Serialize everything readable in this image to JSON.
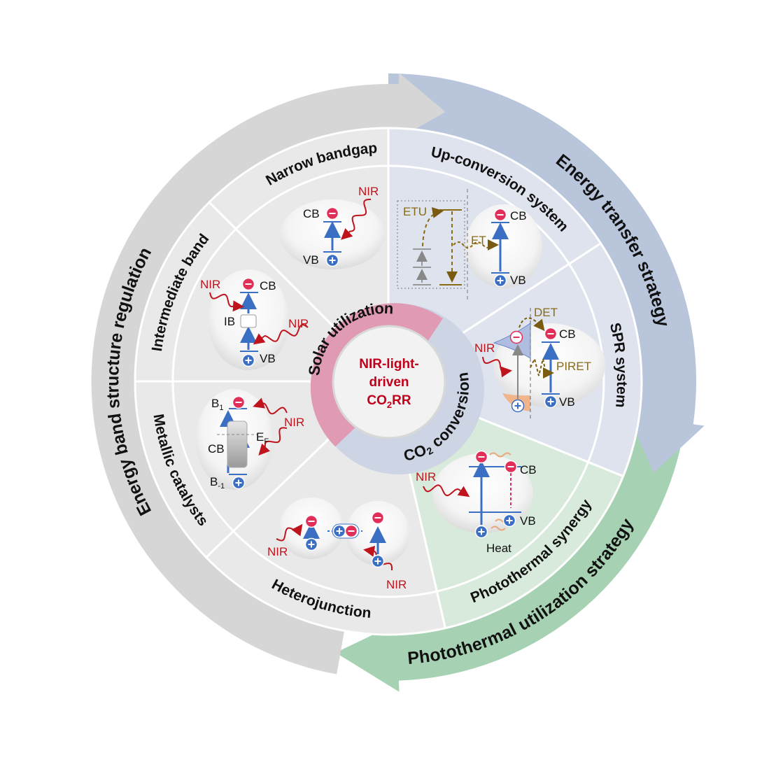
{
  "center": {
    "line1": "NIR-light-",
    "line2": "driven",
    "co": "CO",
    "sub": "2",
    "rr": "RR"
  },
  "inner_ring": {
    "solar": "Solar utilization",
    "co2_co": "CO",
    "co2_sub": "2",
    "co2_rest": " conversion"
  },
  "strategies": {
    "band": "Energy band structure regulation",
    "transfer": "Energy transfer strategy",
    "photothermal": "Photothermal utilization strategy"
  },
  "sectors": {
    "narrow_bandgap": "Narrow bandgap",
    "intermediate_band": "Intermediate band",
    "metallic_catalysts": "Metallic catalysts",
    "heterojunction": "Heterojunction",
    "up_conversion": "Up-conversion system",
    "spr": "SPR system",
    "photothermal_synergy": "Photothermal synergy"
  },
  "labels": {
    "nir": "NIR",
    "cb": "CB",
    "vb": "VB",
    "ib": "IB",
    "b": "B",
    "sub_1": "1",
    "sub_m1": "-1",
    "e": "E",
    "sub_f": "F",
    "etu": "ETU",
    "et": "ET",
    "det": "DET",
    "piret": "PIRET",
    "heat": "Heat"
  },
  "colors": {
    "gray_ring": "#d6d6d6",
    "blue_ring": "#b8c5db",
    "green_ring": "#a6d2b3",
    "pink": "#e19ab4",
    "nir_red": "#c0141c",
    "electron": "#e0305a",
    "hole": "#3a6fc4"
  }
}
